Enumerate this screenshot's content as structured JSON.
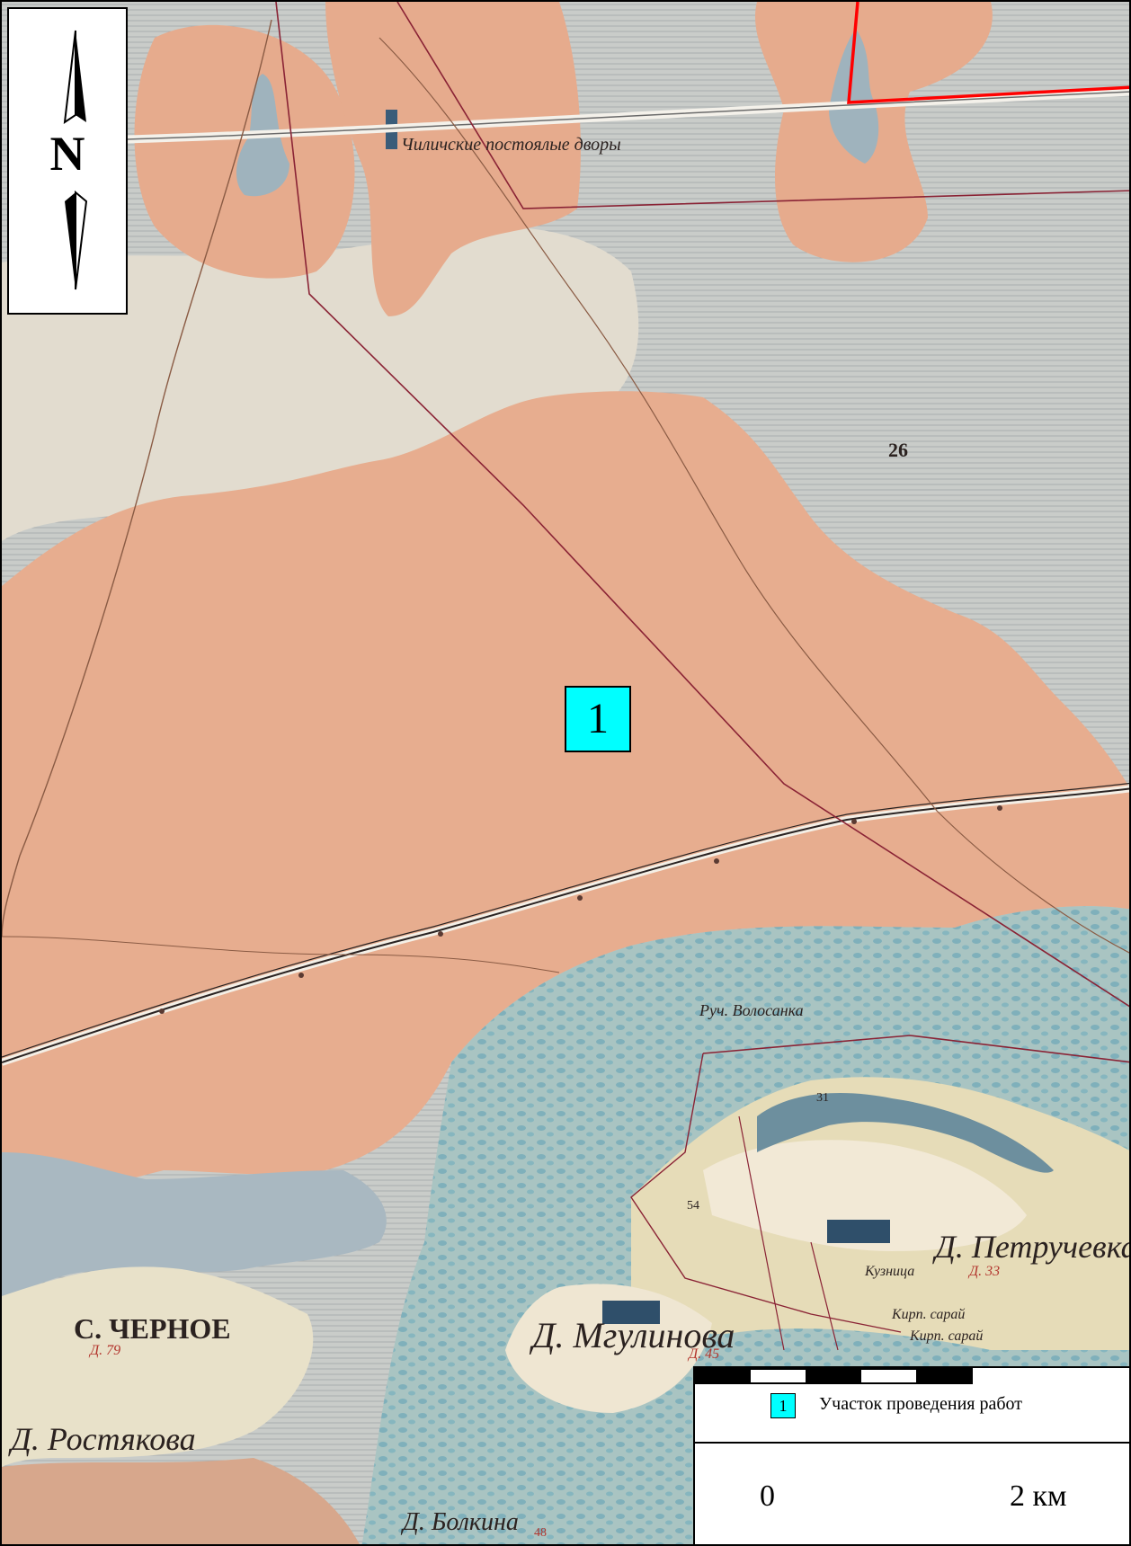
{
  "map": {
    "colors": {
      "pasture": "#e8ab8a",
      "field": "#ddd7ca",
      "meadow": "#c6c9c6",
      "water": "#7fa9bd",
      "forest": "#93b9bd",
      "village": "#f1e6d0",
      "boundary": "#8a2335",
      "highlight": "#ff0000",
      "site_marker": "#00ffff"
    },
    "labels": {
      "inn": "Чиличские постоялые дворы",
      "parcel_number": "26",
      "stream": "Руч. Волосанка",
      "village_chernoe": "С. ЧЕРНОЕ",
      "village_chernoe_houses": "Д. 79",
      "village_mgulinova": "Д. Мгулинова",
      "village_mgulinova_houses": "Д. 45",
      "village_petrushevka": "Д. Петручевка",
      "village_petrushevka_houses": "Д. 33",
      "village_rostyakova": "Д. Ростякова",
      "village_bolkina": "Д. Болкина",
      "smithy": "Кузница",
      "brick_shed_1": "Кирп. сарай",
      "brick_shed_2": "Кирп. сарай",
      "number_31": "31",
      "number_54": "54",
      "number_48": "48"
    }
  },
  "north_arrow": {
    "letter": "N",
    "icon": "north-arrow-icon"
  },
  "site": {
    "number": "1"
  },
  "legend": {
    "swatch_number": "1",
    "item_label": "Участок проведения работ",
    "scale_start": "0",
    "scale_end": "2 км"
  }
}
